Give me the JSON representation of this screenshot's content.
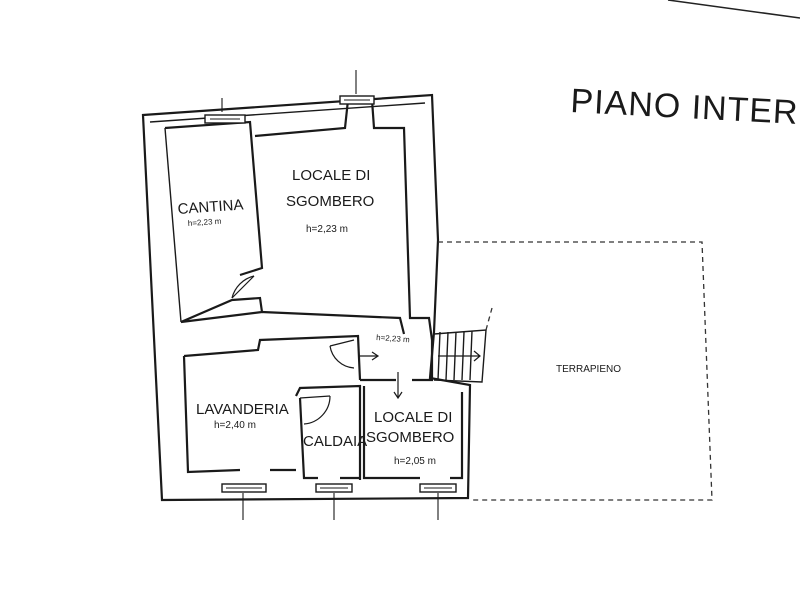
{
  "title": "PIANO INTER",
  "rooms": {
    "cantina": {
      "name": "CANTINA",
      "height": "h=2,23 m"
    },
    "sgombero_top": {
      "name_line1": "LOCALE DI",
      "name_line2": "SGOMBERO",
      "height": "h=2,23 m"
    },
    "corridor": {
      "height": "h=2,23 m"
    },
    "lavanderia": {
      "name": "LAVANDERIA",
      "height": "h=2,40 m"
    },
    "caldaia": {
      "name": "CALDAIA"
    },
    "sgombero_bottom": {
      "name_line1": "LOCALE DI",
      "name_line2": "SGOMBERO",
      "height": "h=2,05 m"
    },
    "terrapieno": {
      "name": "TERRAPIENO"
    }
  }
}
